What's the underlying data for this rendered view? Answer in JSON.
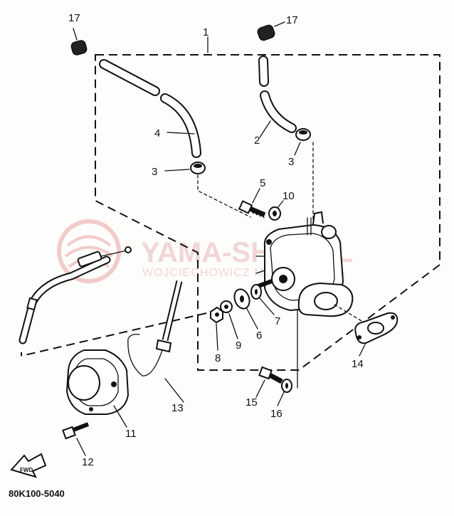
{
  "callouts": {
    "c1": "1",
    "c2": "2",
    "c3a": "3",
    "c3b": "3",
    "c4": "4",
    "c5": "5",
    "c6": "6",
    "c7": "7",
    "c8": "8",
    "c9": "9",
    "c10": "10",
    "c11": "11",
    "c12": "12",
    "c13": "13",
    "c14": "14",
    "c15": "15",
    "c16": "16",
    "c17a": "17",
    "c17b": "17"
  },
  "catalog_number": "80K100-5040",
  "watermark": {
    "line1": "YAMA-SHOP.PL",
    "line2": "WOJCIECHOWICZ MOTO YAMAHA"
  },
  "fwd_label": "FWD",
  "colors": {
    "ink": "#111111",
    "watermark": "#e8b7b7"
  }
}
